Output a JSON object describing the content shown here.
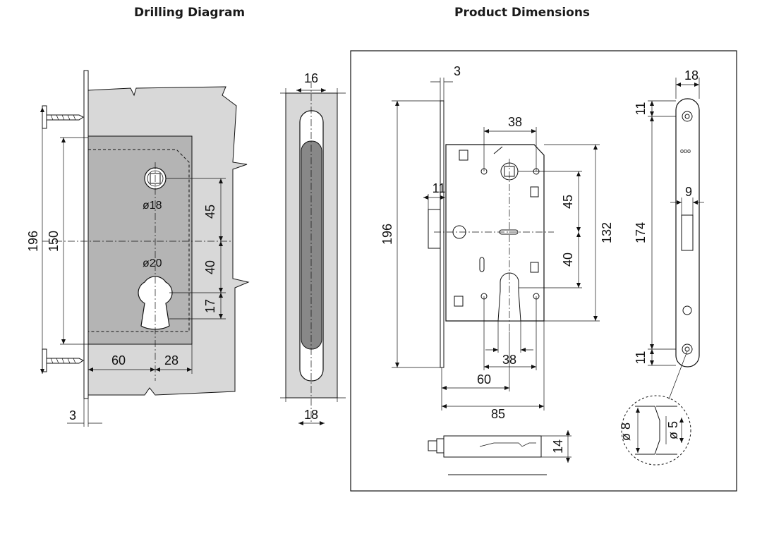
{
  "titles": {
    "drilling": "Drilling Diagram",
    "product": "Product Dimensions"
  },
  "drilling": {
    "height_total": "196",
    "height_screws": "150",
    "diam_spindle": "ø18",
    "diam_cylinder": "ø20",
    "spindle_to_cylinder": "45",
    "center_to_cylinder": "40",
    "cylinder_lower": "17",
    "backset": "60",
    "depth_beyond": "28",
    "faceplate_thickness": "3",
    "mortise_width_top": "16",
    "mortise_width_bottom": "18"
  },
  "product": {
    "faceplate_thickness": "3",
    "body_width_top": "38",
    "latch_projection": "11",
    "faceplate_height": "196",
    "spindle_to_center": "45",
    "center_to_cylinder": "40",
    "body_height": "132",
    "cylinder_width": "38",
    "backset": "60",
    "body_depth": "85",
    "bolt_thickness": "14",
    "strike_width": "18",
    "strike_top": "11",
    "strike_opening": "9",
    "strike_height": "174",
    "strike_bottom": "11",
    "hole_outer": "ø 8",
    "hole_inner": "ø 5"
  },
  "colors": {
    "door_fill": "#d8d8d8",
    "mortise_fill": "#b4b4b4",
    "line": "#111111"
  }
}
